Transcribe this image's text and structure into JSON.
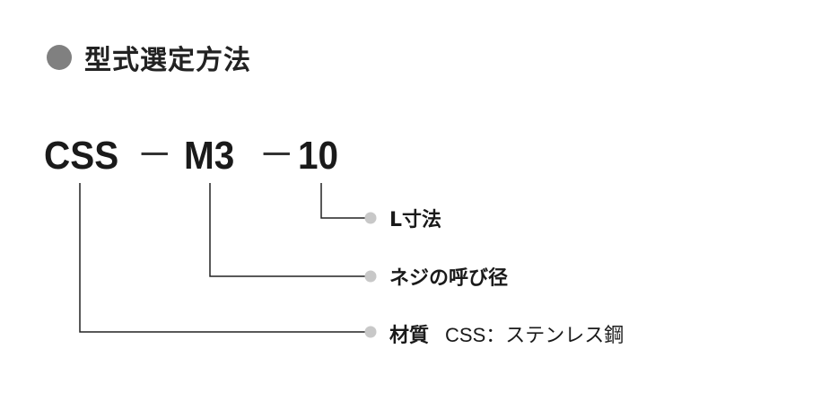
{
  "header": {
    "title": "型式選定方法",
    "marker_color": "#808080"
  },
  "code": {
    "series": "CSS",
    "separator": "－",
    "thread": "M3",
    "length": "10"
  },
  "callouts": {
    "length_label": "L寸法",
    "thread_label": "ネジの呼び径",
    "material_label": "材質",
    "material_value": "CSS：ステンレス鋼"
  },
  "colors": {
    "line": "#222222",
    "bullet": "#c8c8c8",
    "text": "#1a1a1a"
  }
}
